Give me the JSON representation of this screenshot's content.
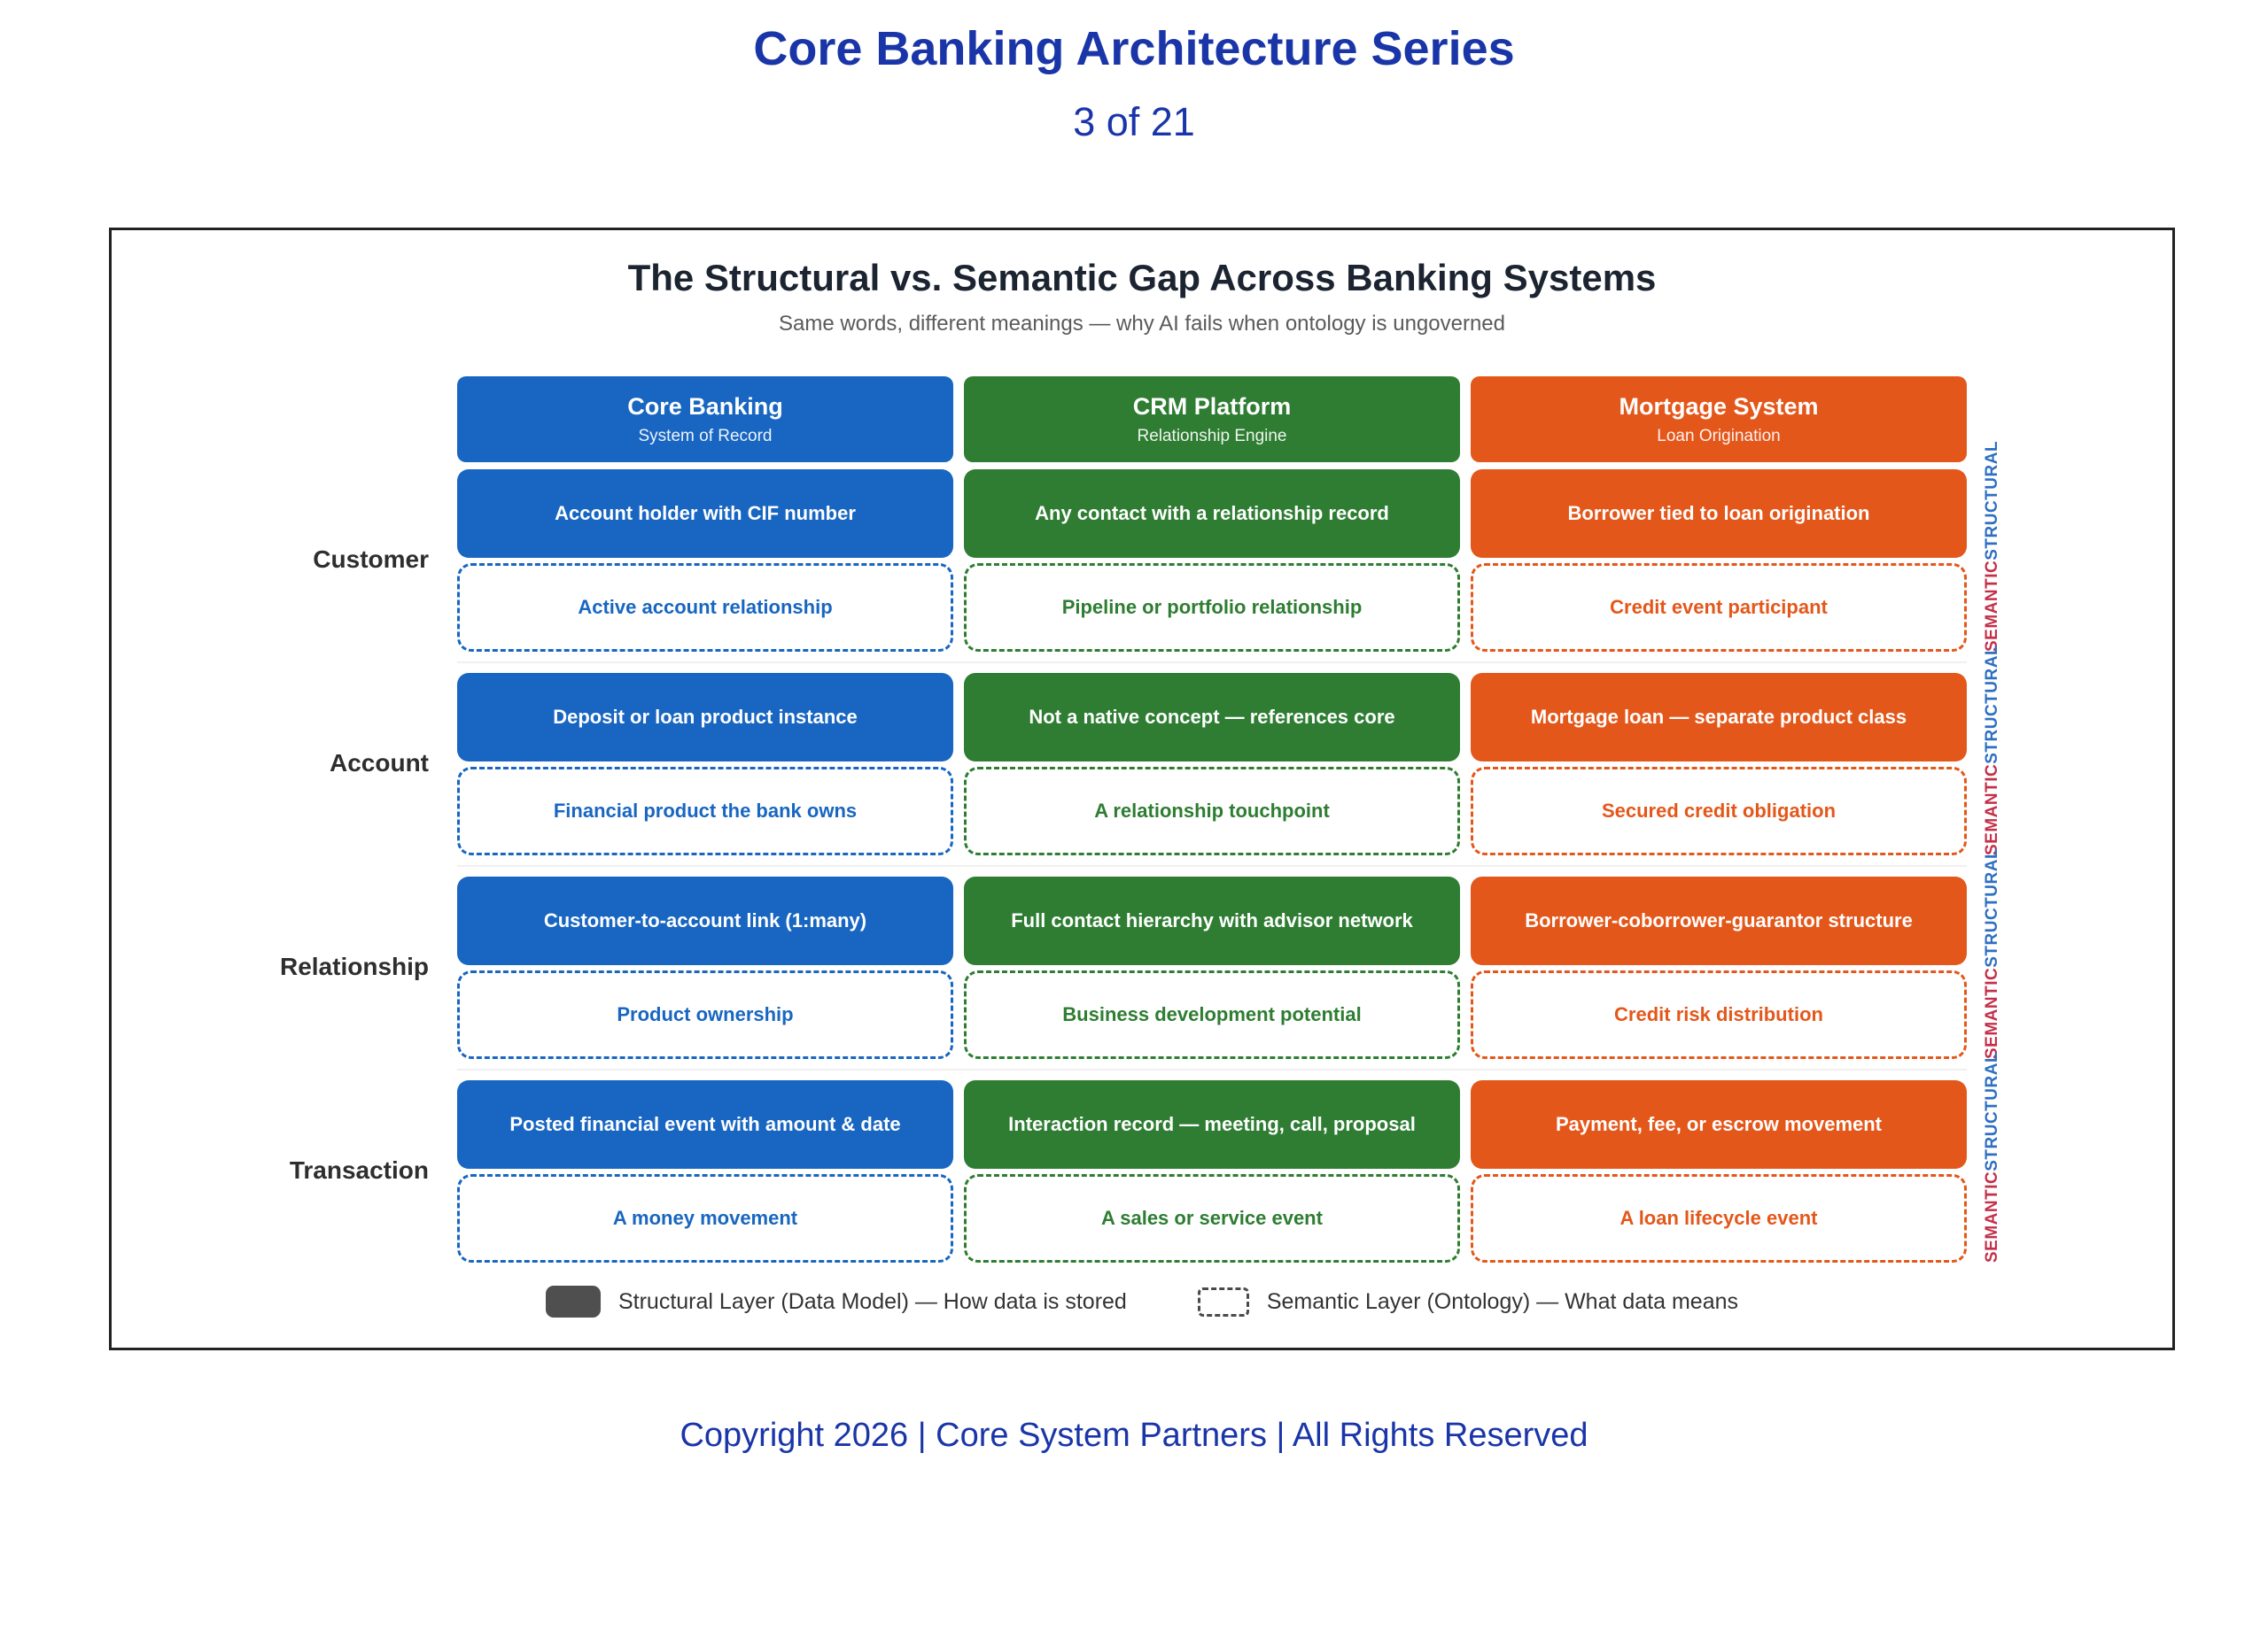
{
  "header": {
    "series_title": "Core Banking Architecture Series",
    "page_number": "3 of 21"
  },
  "diagram": {
    "title": "The Structural vs. Semantic Gap Across Banking Systems",
    "subtitle": "Same words, different meanings — why AI fails when ontology is ungoverned",
    "columns": [
      {
        "name": "Core Banking",
        "tagline": "System of Record",
        "color": "#1866C1"
      },
      {
        "name": "CRM Platform",
        "tagline": "Relationship Engine",
        "color": "#2E7D32"
      },
      {
        "name": "Mortgage System",
        "tagline": "Loan Origination",
        "color": "#E4571A"
      }
    ],
    "rows": [
      {
        "label": "Customer",
        "cells": [
          {
            "structural": "Account holder with CIF number",
            "semantic": "Active account relationship"
          },
          {
            "structural": "Any contact with a relationship record",
            "semantic": "Pipeline or portfolio relationship"
          },
          {
            "structural": "Borrower tied to loan origination",
            "semantic": "Credit event participant"
          }
        ]
      },
      {
        "label": "Account",
        "cells": [
          {
            "structural": "Deposit or loan product instance",
            "semantic": "Financial product the bank owns"
          },
          {
            "structural": "Not a native concept — references core",
            "semantic": "A relationship touchpoint"
          },
          {
            "structural": "Mortgage loan — separate product class",
            "semantic": "Secured credit obligation"
          }
        ]
      },
      {
        "label": "Relationship",
        "cells": [
          {
            "structural": "Customer-to-account link (1:many)",
            "semantic": "Product ownership"
          },
          {
            "structural": "Full contact hierarchy with advisor network",
            "semantic": "Business development potential"
          },
          {
            "structural": "Borrower-coborrower-guarantor structure",
            "semantic": "Credit risk distribution"
          }
        ]
      },
      {
        "label": "Transaction",
        "cells": [
          {
            "structural": "Posted financial event with amount & date",
            "semantic": "A money movement"
          },
          {
            "structural": "Interaction record — meeting, call, proposal",
            "semantic": "A sales or service event"
          },
          {
            "structural": "Payment, fee, or escrow movement",
            "semantic": "A loan lifecycle event"
          }
        ]
      }
    ],
    "side_labels": {
      "structural": "STRUCTURAL",
      "semantic": "SEMANTIC",
      "structural_color": "#2E6FC2",
      "semantic_color": "#C4304A"
    },
    "legend": {
      "structural": "Structural Layer (Data Model) — How data is stored",
      "semantic": "Semantic Layer (Ontology) — What data means"
    }
  },
  "footer": {
    "text": "Copyright 2026 | Core System Partners | All Rights Reserved"
  },
  "colors": {
    "accent_blue": "#1A35A8",
    "core_banking_blue": "#1866C1",
    "crm_green": "#2E7D32",
    "mortgage_orange": "#E4571A",
    "legend_swatch_gray": "#4F4F4F"
  }
}
